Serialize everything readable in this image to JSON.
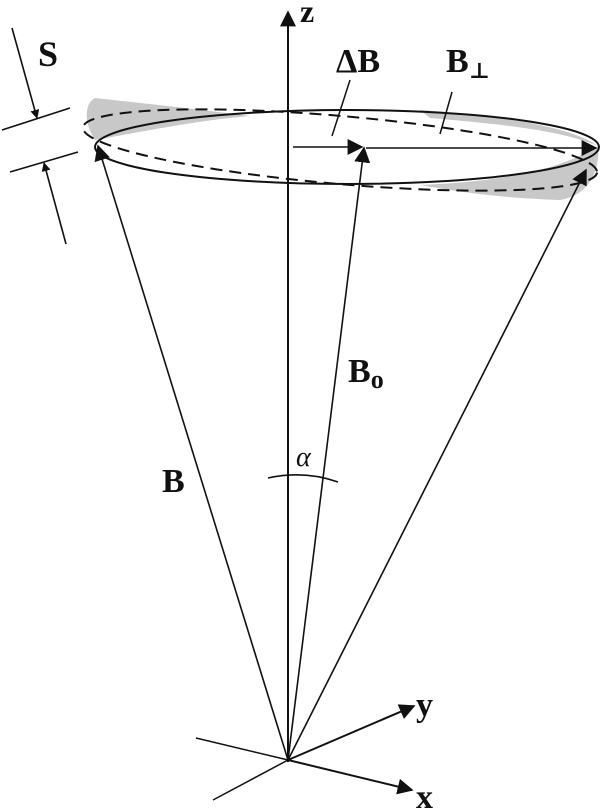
{
  "labels": {
    "z": "z",
    "y": "y",
    "x": "x",
    "S": "S",
    "delta_b": "ΔB",
    "b_perp": "B",
    "b_perp_sub": "⊥",
    "b_zero": "B",
    "b_zero_sub": "o",
    "b": "B",
    "alpha": "α"
  },
  "colors": {
    "ink": "#111111",
    "shade": "#c8c8c8",
    "background": "#ffffff"
  }
}
